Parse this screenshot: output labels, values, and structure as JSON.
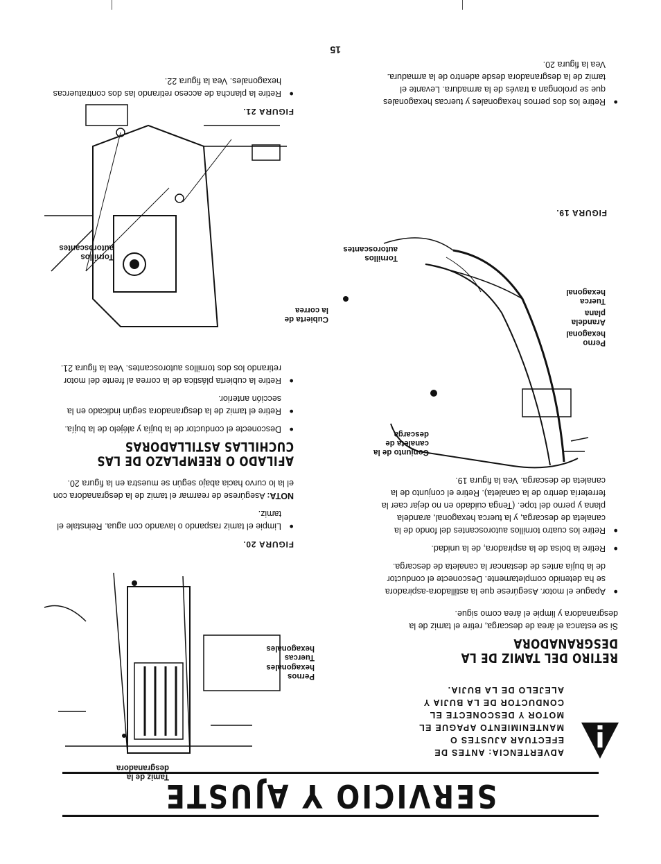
{
  "page": {
    "title": "SERVICIO Y AJUSTE",
    "page_number": "15"
  },
  "warning": {
    "icon": "exclamation-warning-icon",
    "text": "ADVERTENCIA: ANTES DE EFECTUAR AJUSTES O MANTENIMIENTO APAGUE EL MOTOR Y DESCONECTE EL CONDUCTOR DE LA BUJIA Y ALEJELO DE LA BUJIA."
  },
  "left": {
    "heading": "RETIRO DEL TAMIZ DE LA DESGRANADORA",
    "intro": "Si se estanca el área de descarga, retire el tamiz de la desgranadora y limpie el área como sigue.",
    "bullets": [
      "Apague el motor. Asegúrese que la astilladora-aspiradora se ha detenido completamente. Desconecte el conductor de la bujía antes de destancar la canaleta de descarga.",
      "Retire la bolsa de la aspiradora, de la unidad.",
      "Retire los cuatro tornillos autoroscantes del fondo de la canaleta de descarga, y la tuerca hexagonal, arandela plana y perno del tope. (Tenga cuidado en no dejar caer la ferretería dentro de la canaleta). Retire el conjunto de la canaleta de descarga. Vea la figura 19.",
      "Retire los dos pernos hexagonales y tuercas hexagonales que se prolongan a través de la armadura. Levante el tamiz de la desgranadora desde adentro de la armadura. Vea la figura 20."
    ],
    "fig19": {
      "caption": "FIGURA 19.",
      "labels": {
        "chute": "Conjunto de la canaleta de descarga",
        "bolt": "Perno hexagonal",
        "washer": "Arandela plana",
        "nut": "Tuerca hexagonal",
        "screws": "Tornillos autoroscantes"
      }
    }
  },
  "right": {
    "fig20": {
      "caption": "FIGURA 20.",
      "labels": {
        "screen": "Tamiz de la desgranadora",
        "bolts": "Pernos hexagonales",
        "nuts": "Tuercas hexagonales"
      }
    },
    "bullets_a": [
      "Limpie el tamiz raspando o lavando con agua. Reinstale el tamiz."
    ],
    "note_label": "NOTA:",
    "note_text": "Asegúrese de rearmar el tamiz de la desgranadora con el la lo curvo hacia abajo según se muestra en la figura 20.",
    "heading2": "AFILADO O REEMPLAZO DE LAS CUCHILLAS ASTILLADORAS",
    "bullets_b": [
      "Desconecte el conductor de la bujía y aléjelo de la bujía.",
      "Retire el tamiz de la desgranadora según indicado en la sección anterior.",
      "Retire la cubierta plástica de la correa al frente del motor retirando los dos tornillos autoroscantes. Vea la figura 21."
    ],
    "fig21": {
      "caption": "FIGURA 21.",
      "labels": {
        "cover": "Cubierta de la correa",
        "screws": "Tornillos autoroscantes"
      }
    },
    "bullets_c": [
      "Retire la plancha de acceso retirando las dos contratuercas hexagonales. Vea la figura 22."
    ]
  }
}
